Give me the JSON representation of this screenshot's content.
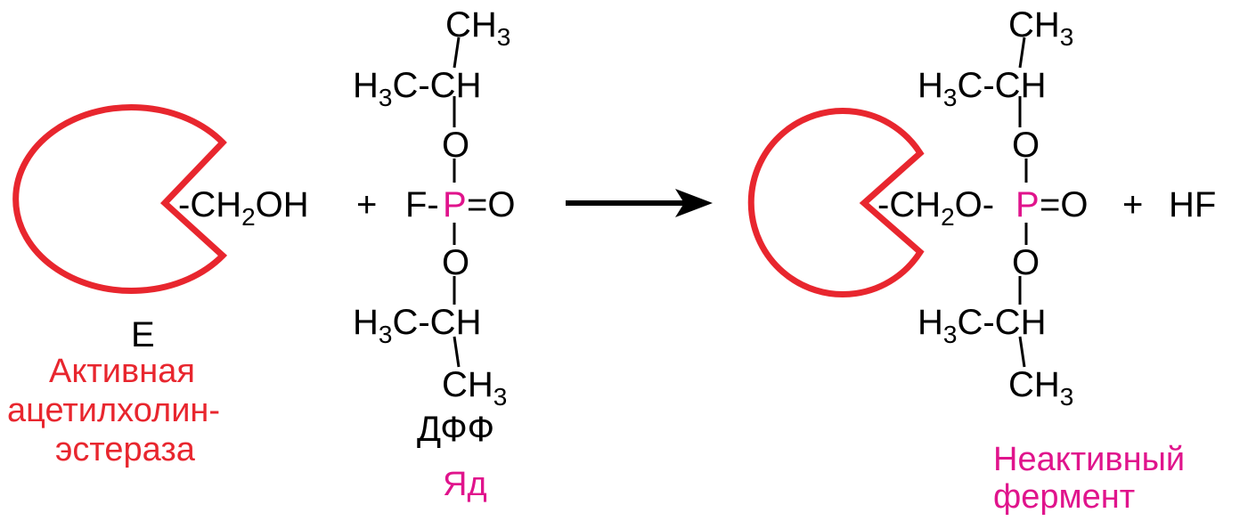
{
  "colors": {
    "enzyme": "#e8262e",
    "phosphorus": "#e0148c",
    "text": "#000000",
    "arrow": "#000000"
  },
  "reactant_enzyme": {
    "group": "-CH",
    "group_sub": "2",
    "group_tail": "OH",
    "letter": "E",
    "name_lines": [
      "Активная",
      "ацетилхолин-",
      "эстераза"
    ]
  },
  "plus": "+",
  "dff": {
    "top_ch3": "CH",
    "top_ch3_sub": "3",
    "h3c_left": "H",
    "h3c_sub": "3",
    "h3c_rest": "C-CH",
    "o_top": "O",
    "f_part": "F-",
    "p": "P",
    "eq_o": "=O",
    "o_bottom": "O",
    "bot_h3c_left": "H",
    "bot_h3c_sub": "3",
    "bot_h3c_rest": "C-CH",
    "bot_ch3": "CH",
    "bot_ch3_sub": "3",
    "abbr": "ДФФ",
    "role": "Яд"
  },
  "product": {
    "group": "-CH",
    "group_sub": "2",
    "group_tail": "O-",
    "p": "P",
    "eq_o": "=O",
    "top_ch3": "CH",
    "top_ch3_sub": "3",
    "h3c_left": "H",
    "h3c_sub": "3",
    "h3c_rest": "C-CH",
    "o_top": "O",
    "o_bottom": "O",
    "bot_h3c_left": "H",
    "bot_h3c_sub": "3",
    "bot_h3c_rest": "C-CH",
    "bot_ch3": "CH",
    "bot_ch3_sub": "3",
    "plus": "+",
    "byproduct": "HF",
    "name_lines": [
      "Неактивный",
      "фермент"
    ]
  }
}
